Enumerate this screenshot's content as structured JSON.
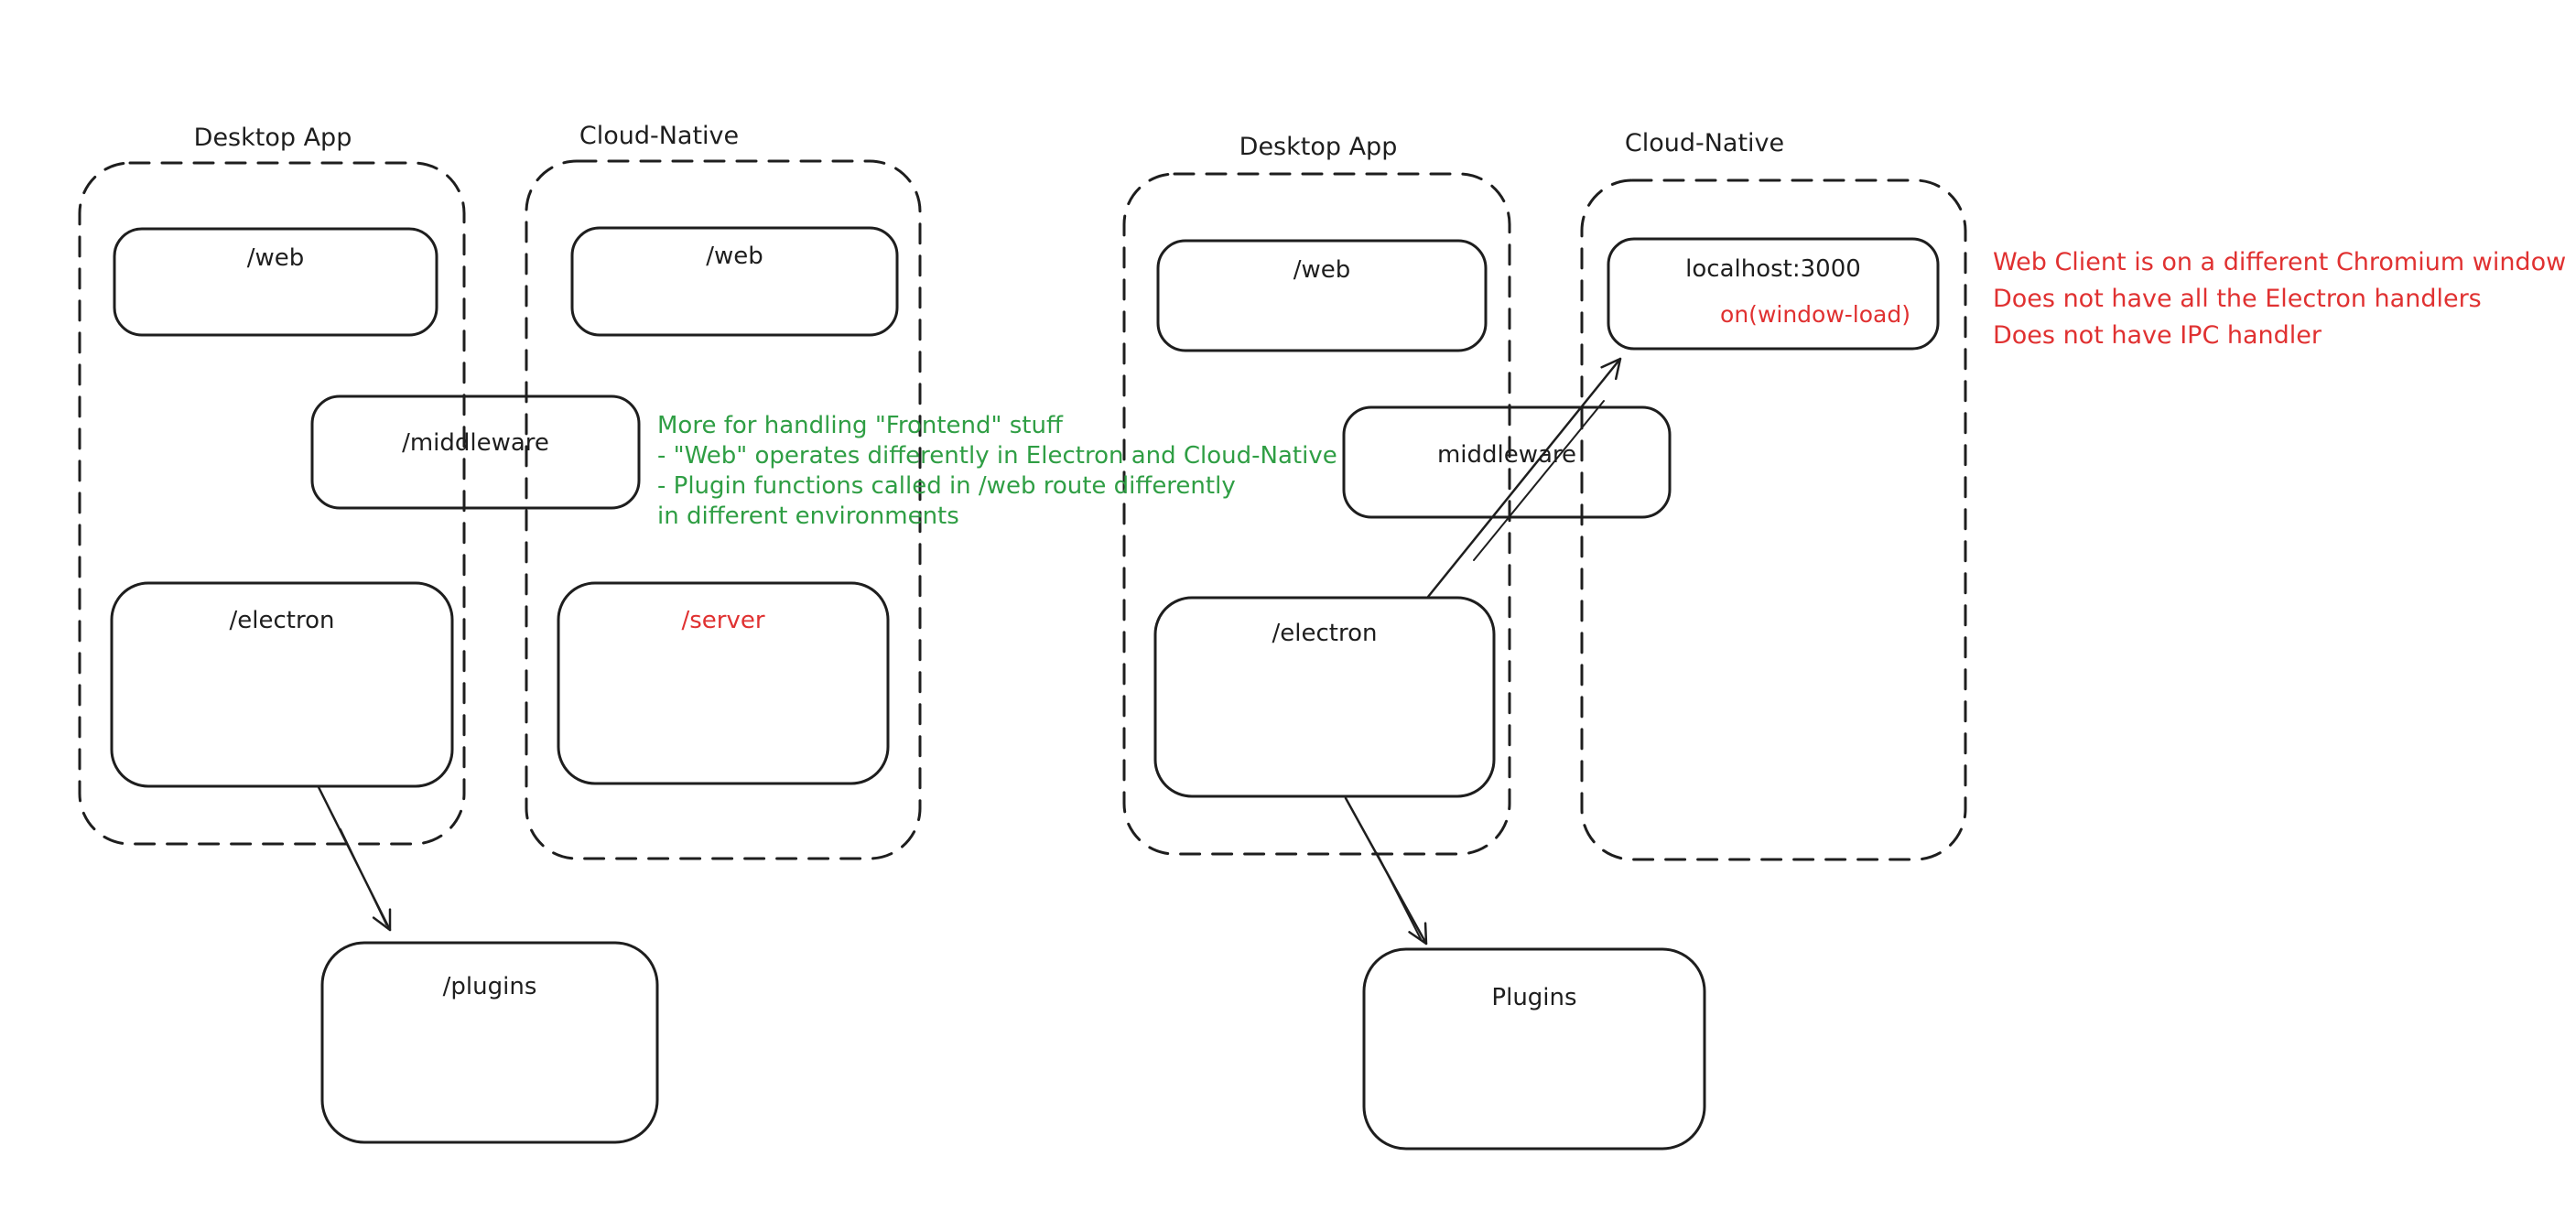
{
  "colors": {
    "stroke": "#1e1e1e",
    "red": "#e03131",
    "green": "#2f9e44",
    "background": "#ffffff"
  },
  "left_diagram": {
    "desktop_title": "Desktop App",
    "cloud_title": "Cloud-Native",
    "web_desktop_label": "/web",
    "web_cloud_label": "/web",
    "middleware_label": "/middleware",
    "electron_label": "/electron",
    "server_label": "/server",
    "plugins_label": "/plugins",
    "green_note_lines": [
      "More for handling \"Frontend\" stuff",
      "- \"Web\" operates differently in Electron and Cloud-Native",
      "- Plugin functions called in /web route differently",
      "in different environments"
    ]
  },
  "right_diagram": {
    "desktop_title": "Desktop App",
    "cloud_title": "Cloud-Native",
    "web_label": "/web",
    "localhost_label": "localhost:3000",
    "window_load_label": "on(window-load)",
    "middleware_label": "middleware",
    "electron_label": "/electron",
    "plugins_label": "Plugins",
    "red_note_lines": [
      "Web Client is on a different Chromium window",
      "Does not have all the Electron handlers",
      "Does not have IPC handler"
    ]
  }
}
